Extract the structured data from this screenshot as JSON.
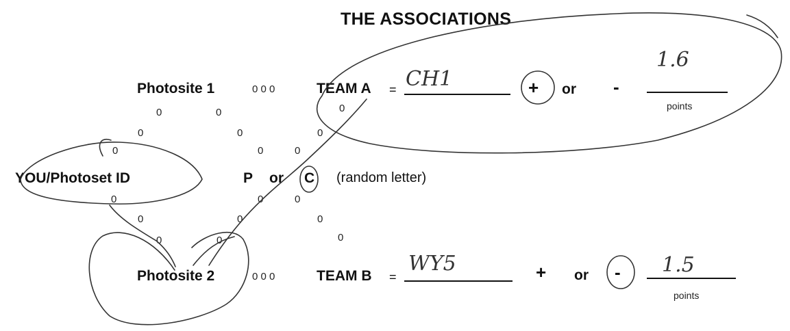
{
  "title": "THE ASSOCIATIONS",
  "photosite1": {
    "label": "Photosite 1",
    "zeros": "0 0 0",
    "team_label": "TEAM A",
    "equals": "=",
    "team_value": "CH1",
    "plus": "+",
    "or": "or",
    "minus": "-",
    "points_value": "1.6",
    "points_label": "points",
    "selected_sign": "+"
  },
  "middle": {
    "id_label": "YOU/Photoset ID",
    "letter_p": "P",
    "or": "or",
    "letter_c": "C",
    "note": "(random letter)",
    "selected_letter": "C"
  },
  "photosite2": {
    "label": "Photosite 2",
    "zeros": "0 0 0",
    "team_label": "TEAM B",
    "equals": "=",
    "team_value": "WY5",
    "plus": "+",
    "or": "or",
    "minus": "-",
    "points_value": "1.5",
    "points_label": "points",
    "selected_sign": "-"
  },
  "scatter_zero": "0",
  "colors": {
    "ink": "#111111",
    "pen": "#333333",
    "paper": "#ffffff"
  }
}
